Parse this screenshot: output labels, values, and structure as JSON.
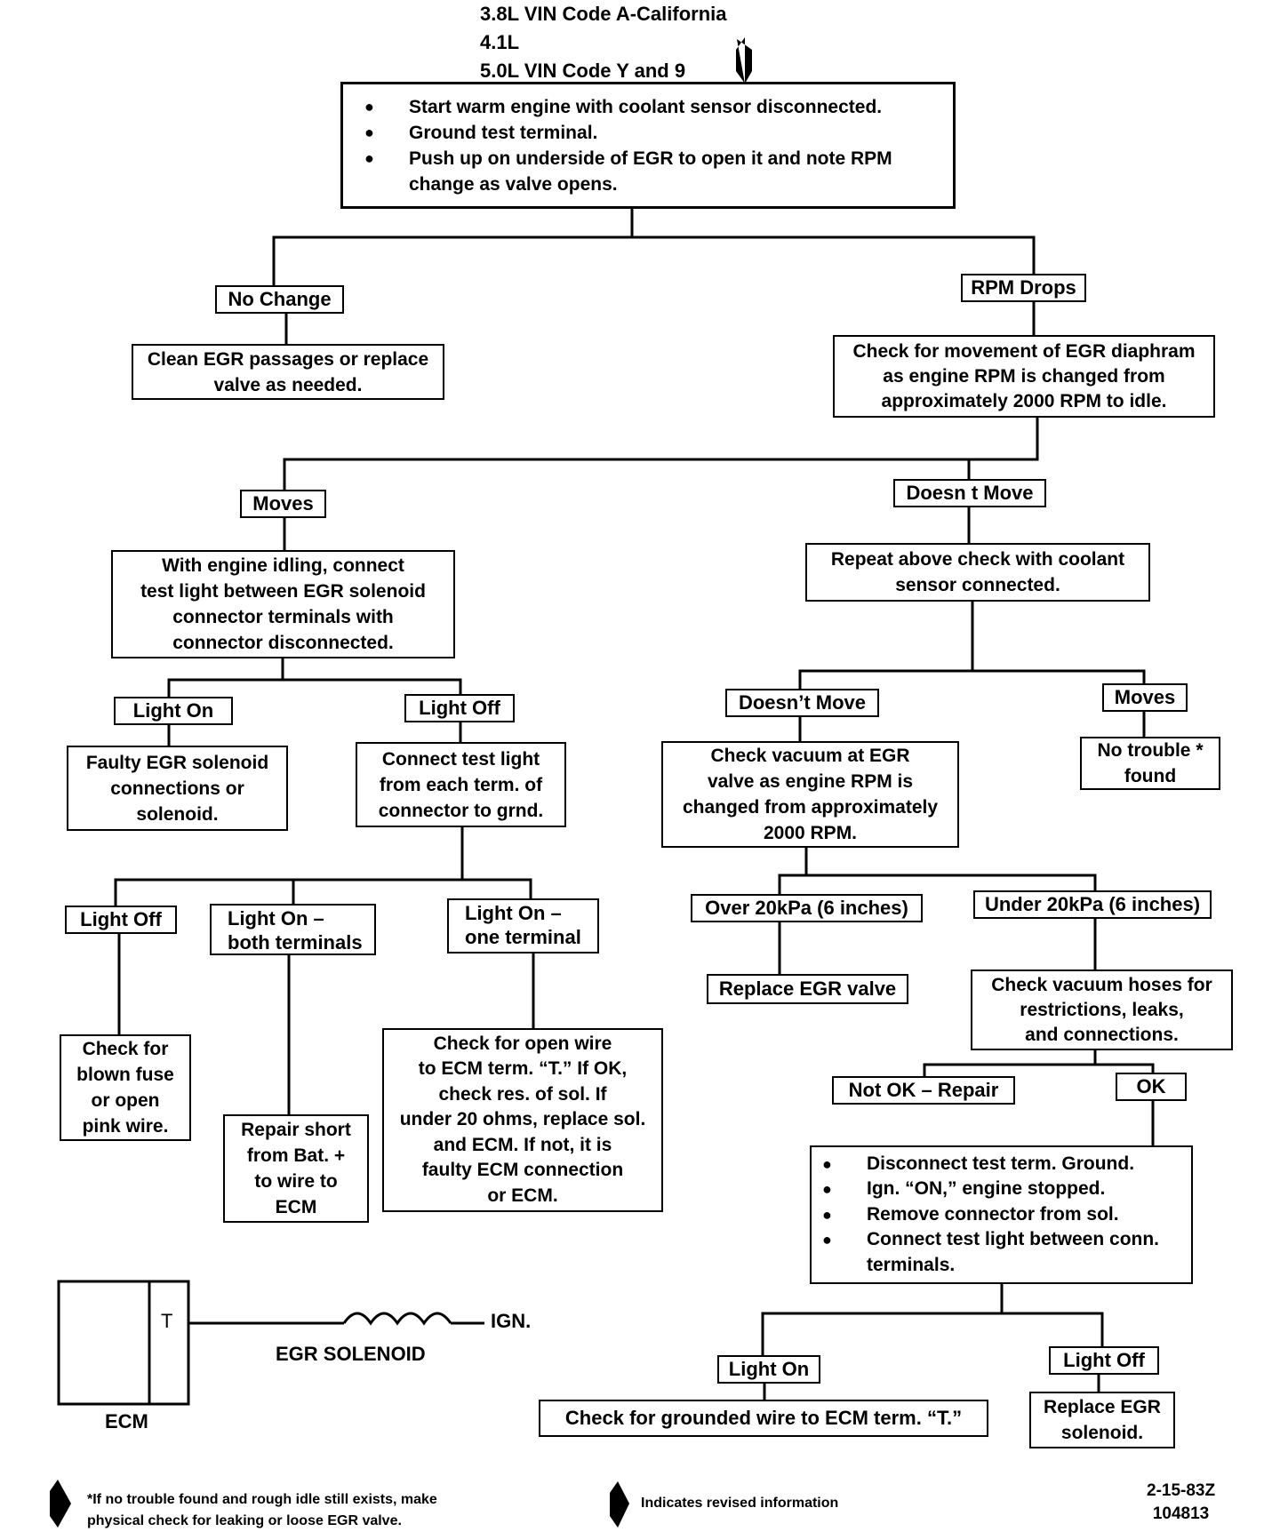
{
  "header": {
    "lines": [
      "3.8L VIN Code A-California",
      "4.1L",
      "5.0L VIN Code Y and 9"
    ]
  },
  "start": {
    "bullets": [
      "Start warm engine with coolant sensor disconnected.",
      "Ground test terminal.",
      "Push up on underside of EGR to open it and note RPM change as valve opens."
    ]
  },
  "no_change": {
    "label": "No Change",
    "action": [
      "Clean EGR passages or replace",
      "valve as needed."
    ]
  },
  "rpm_drops": {
    "label": "RPM Drops",
    "check": [
      "Check for movement of EGR diaphram",
      "as engine RPM is changed from",
      "approximately 2000 RPM to idle."
    ]
  },
  "moves": {
    "label": "Moves",
    "check": [
      "With engine idling, connect",
      "test light between EGR solenoid",
      "connector terminals with",
      "connector disconnected."
    ]
  },
  "light_on_1": {
    "label": "Light On",
    "action": [
      "Faulty EGR solenoid",
      "connections or",
      "solenoid."
    ]
  },
  "light_off_1": {
    "label": "Light Off",
    "check": [
      "Connect test light",
      "from each term. of",
      "connector to grnd."
    ]
  },
  "light_off_2": {
    "label": "Light Off",
    "action": [
      "Check for",
      "blown fuse",
      "or open",
      "pink wire."
    ]
  },
  "light_on_both": {
    "label": [
      "Light On –",
      "both terminals"
    ],
    "action": [
      "Repair short",
      "from Bat. +",
      "to wire to",
      "ECM"
    ]
  },
  "light_on_one": {
    "label": [
      "Light On –",
      "one terminal"
    ],
    "action": [
      "Check for open wire",
      "to ECM term. “T.” If OK,",
      "check res. of sol.  If",
      "under 20 ohms, replace sol.",
      "and ECM.  If not, it is",
      "faulty ECM connection",
      "or ECM."
    ]
  },
  "doesnt_move_1": {
    "label": "Doesn t Move",
    "check": [
      "Repeat above check with coolant",
      "sensor connected."
    ]
  },
  "doesnt_move_2": {
    "label": "Doesn’t Move",
    "check": [
      "Check vacuum at EGR",
      "valve as engine RPM is",
      "changed from approximately",
      "2000 RPM."
    ]
  },
  "moves_2": {
    "label": "Moves",
    "action": [
      "No trouble *",
      "found"
    ]
  },
  "over": {
    "label": "Over 20kPa (6 inches)",
    "action": "Replace EGR valve"
  },
  "under": {
    "label": "Under 20kPa (6 inches)",
    "check": [
      "Check vacuum hoses for",
      "restrictions, leaks,",
      "and connections."
    ]
  },
  "not_ok": {
    "label": "Not OK – Repair"
  },
  "ok": {
    "label": "OK",
    "bullets": [
      "Disconnect test term. Ground.",
      "Ign. “ON,” engine stopped.",
      "Remove connector from sol.",
      "Connect test light between conn. terminals."
    ]
  },
  "light_on_3": {
    "label": "Light On",
    "action": "Check for grounded wire to ECM term. “T.”"
  },
  "light_off_3": {
    "label": "Light Off",
    "action": [
      "Replace EGR",
      "solenoid."
    ]
  },
  "schematic": {
    "terminal": "T",
    "ecm_label": "ECM",
    "solenoid_label": "EGR SOLENOID",
    "ign_label": "IGN."
  },
  "footer": {
    "footnote": [
      "*If no trouble found and rough idle still exists, make",
      "physical check for leaking or loose EGR valve."
    ],
    "revised": "Indicates revised information",
    "code": [
      "2-15-83Z",
      "104813"
    ]
  },
  "bullet_glyph": "●"
}
